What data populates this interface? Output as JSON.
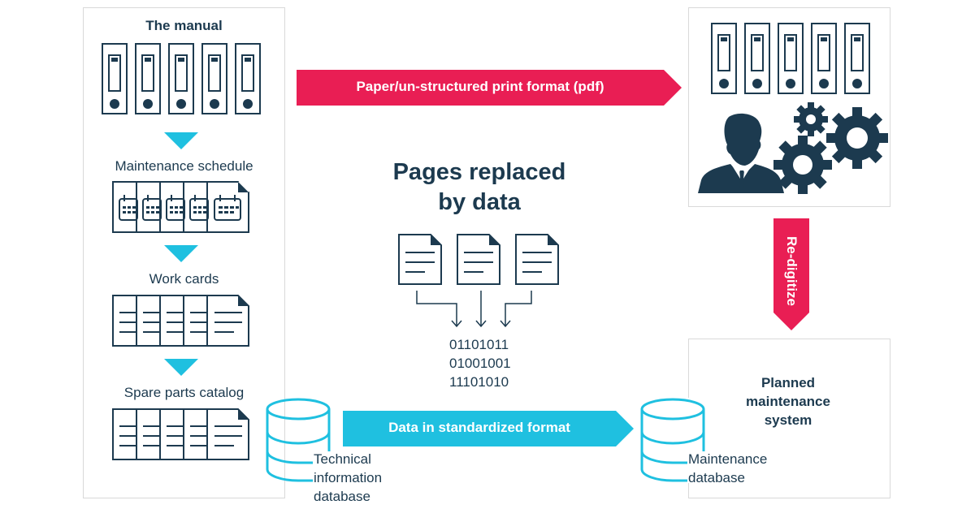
{
  "colors": {
    "navy": "#1c3a4f",
    "magenta": "#e91e54",
    "cyan": "#1fc0e0",
    "border": "#d9d9d9"
  },
  "left_panel": {
    "title": "The manual",
    "steps": [
      {
        "label": "Maintenance schedule",
        "icon": "calendar-pages-icon"
      },
      {
        "label": "Work cards",
        "icon": "document-pages-icon"
      },
      {
        "label": "Spare parts catalog",
        "icon": "document-pages-icon"
      }
    ],
    "binder_count": 5
  },
  "top_arrow": {
    "label": "Paper/un-structured print format (pdf)",
    "icon": "arrow-right-icon"
  },
  "center": {
    "heading_line1": "Pages replaced",
    "heading_line2": "by data",
    "documents": 3,
    "binary_lines": [
      "01101011",
      "01001001",
      "11101010"
    ]
  },
  "right_top_panel": {
    "icons": [
      "binder-icon",
      "person-icon",
      "gears-icon"
    ]
  },
  "side_arrow": {
    "label": "Re-digitize",
    "icon": "arrow-down-icon"
  },
  "bottom_arrow": {
    "label": "Data in standardized format",
    "icon": "arrow-right-icon"
  },
  "databases": {
    "technical": {
      "line1": "Technical",
      "line2": "information",
      "line3": "database"
    },
    "maintenance": {
      "line1": "Maintenance",
      "line2": "database"
    }
  },
  "right_bottom_panel": {
    "line1": "Planned",
    "line2": "maintenance",
    "line3": "system"
  }
}
